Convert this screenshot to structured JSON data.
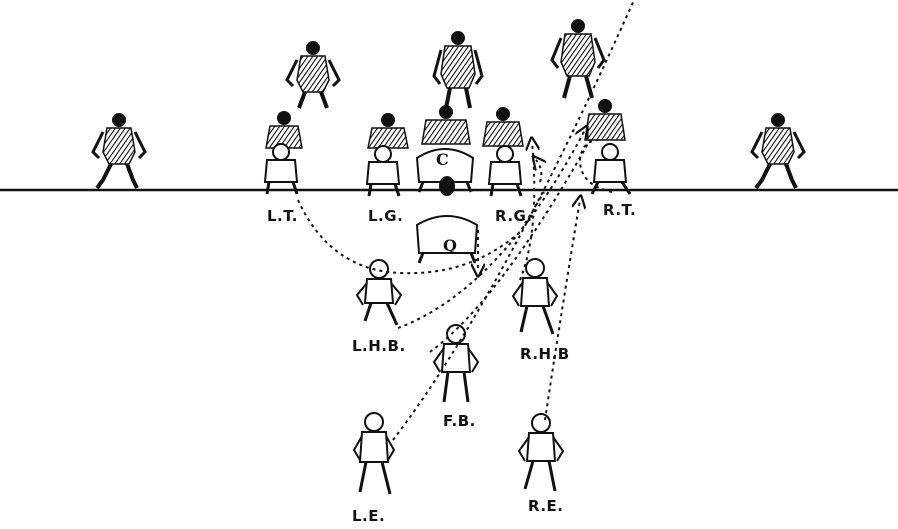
{
  "labels": {
    "left_tackle": "L.T.",
    "left_guard": "L.G.",
    "right_guard": "R.G.",
    "right_tackle": "R.T.",
    "left_halfback": "L.H.B.",
    "right_halfback": "R.H.B",
    "fullback": "F.B.",
    "left_end": "L.E.",
    "right_end": "R.E.",
    "center_mark": "C",
    "quarterback_mark": "Q"
  }
}
